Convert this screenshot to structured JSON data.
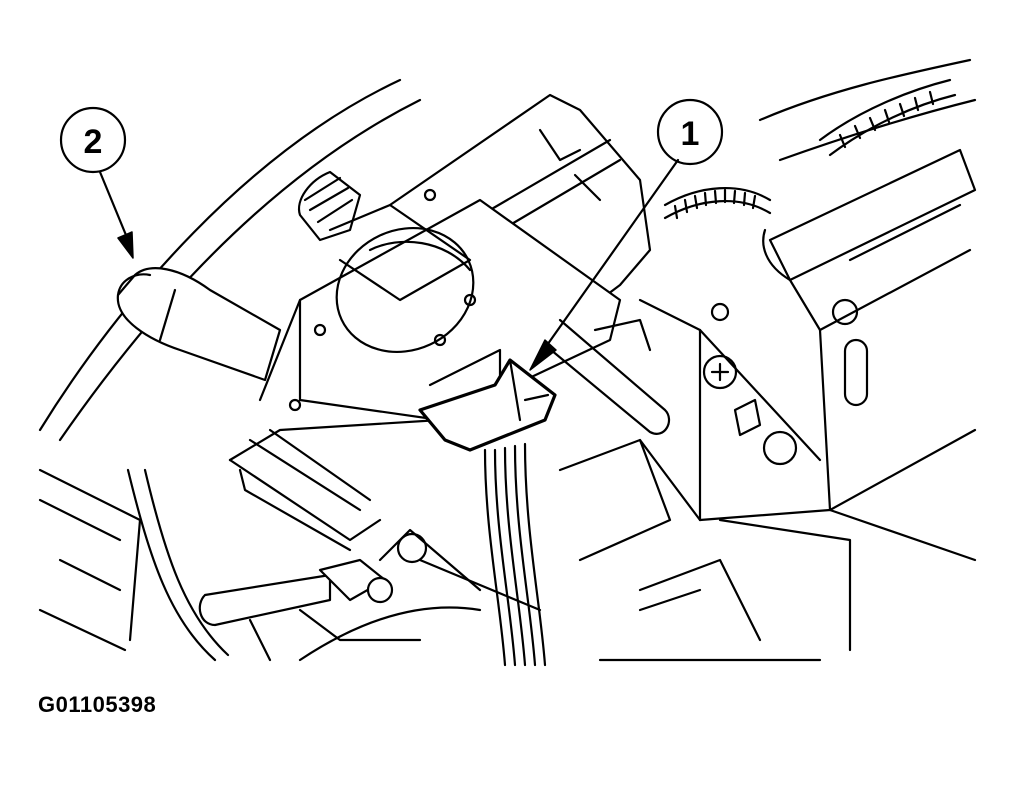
{
  "callouts": [
    {
      "id": "1",
      "label": "1"
    },
    {
      "id": "2",
      "label": "2"
    }
  ],
  "figure_code": "G01105398",
  "colors": {
    "line": "#000000",
    "background": "#ffffff"
  }
}
